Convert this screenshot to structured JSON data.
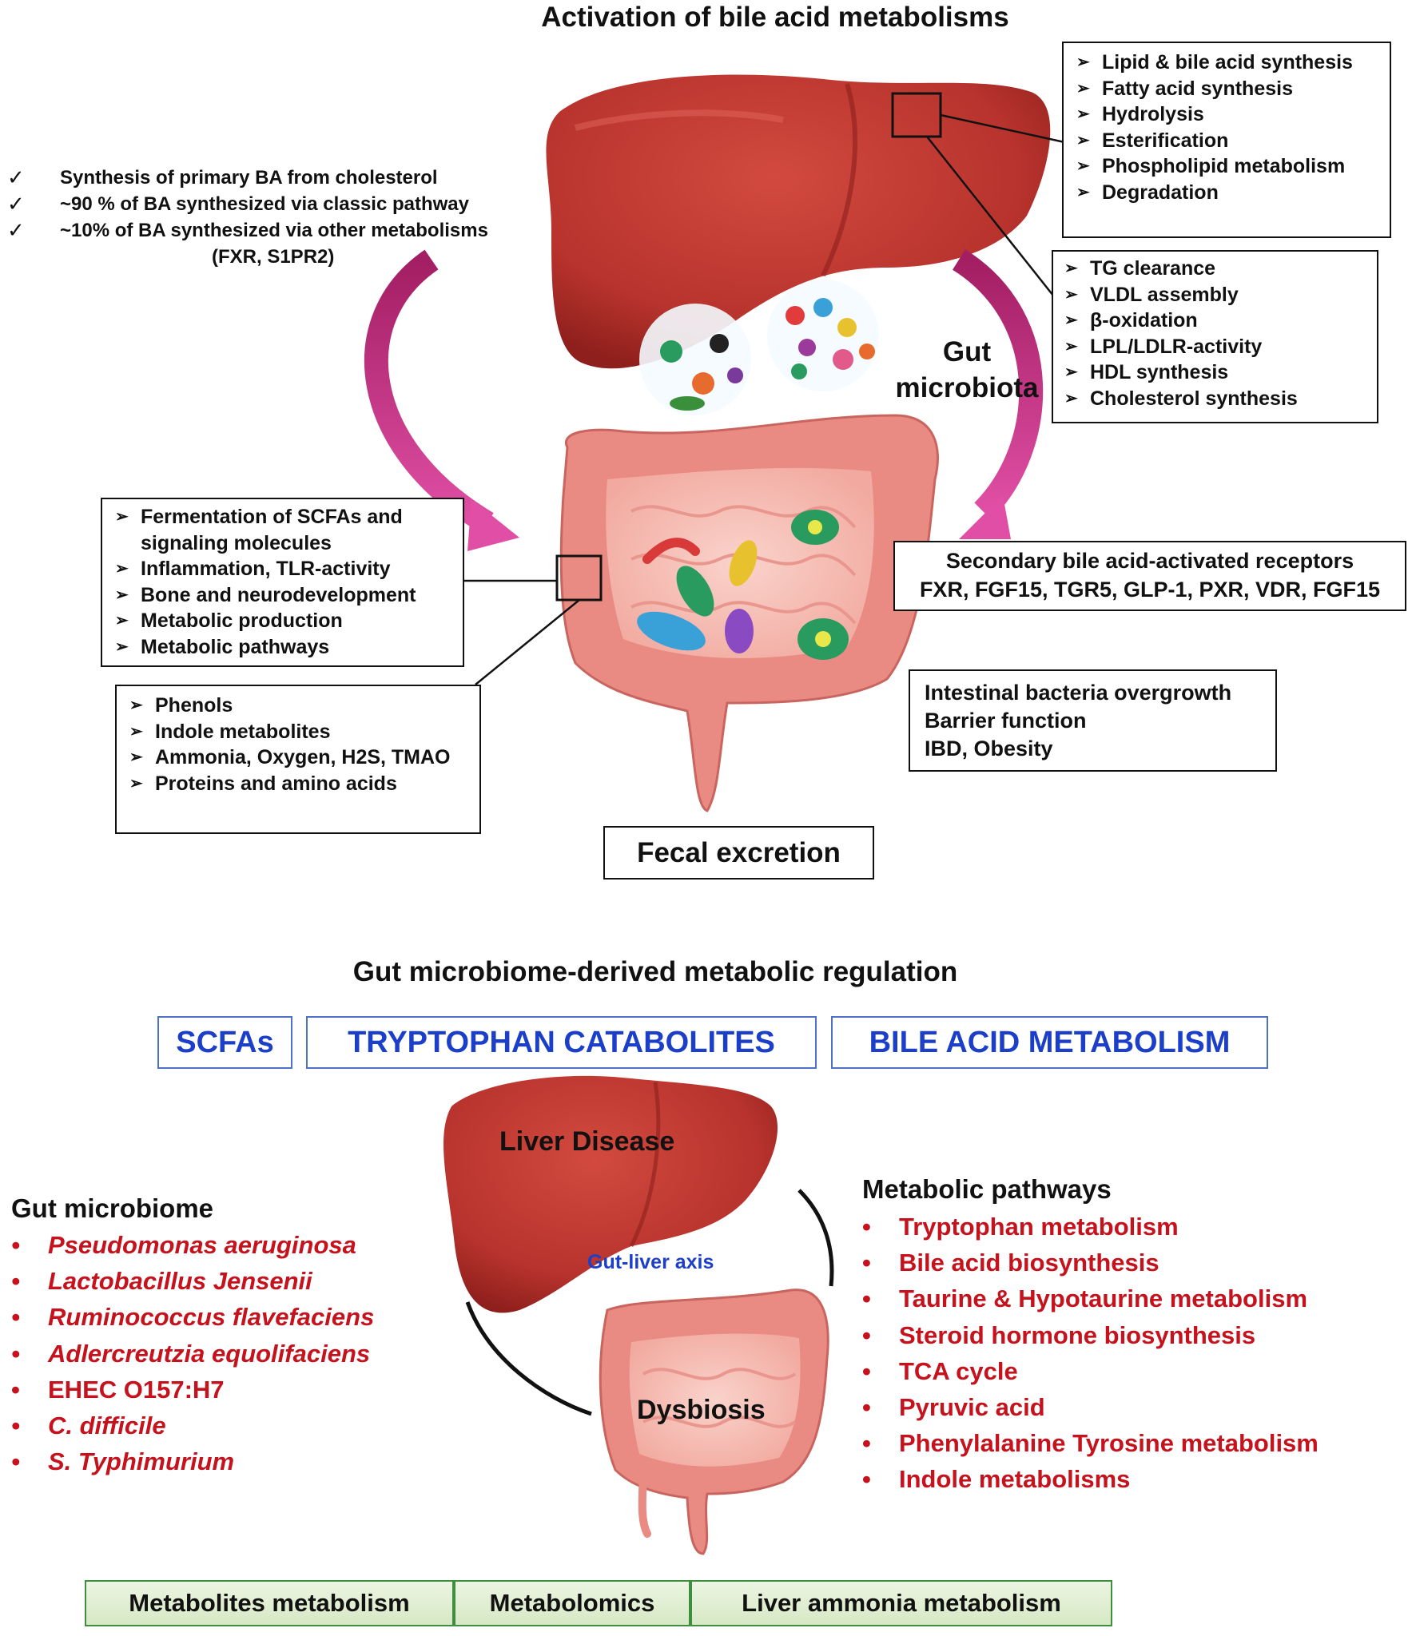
{
  "top": {
    "title": "Activation of bile acid metabolisms",
    "synthesis_list": [
      "Synthesis of primary BA from cholesterol",
      "~90 % of BA synthesized via classic pathway",
      " ~10% of BA synthesized via other metabolisms"
    ],
    "synthesis_note": "(FXR, S1PR2)",
    "check_glyph": "✓",
    "liver_box": [
      "Lipid & bile acid synthesis",
      "Fatty acid synthesis",
      "Hydrolysis",
      "Esterification",
      "Phospholipid metabolism",
      "Degradation"
    ],
    "lipid_box": [
      "TG clearance",
      "VLDL assembly",
      "β-oxidation",
      "LPL/LDLR-activity",
      "HDL synthesis",
      "Cholesterol synthesis"
    ],
    "gut_microbiota_label": "Gut\nmicrobiota",
    "fermentation_box": [
      "Fermentation of SCFAs and signaling molecules",
      "Inflammation,  TLR-activity",
      "Bone and neurodevelopment",
      "Metabolic production",
      "Metabolic pathways"
    ],
    "metabolites_box": [
      "Phenols",
      "Indole metabolites",
      "Ammonia,  Oxygen, H2S, TMAO",
      "Proteins and amino acids"
    ],
    "receptors_title": "Secondary bile acid-activated receptors",
    "receptors_list": "FXR, FGF15, TGR5, GLP-1, PXR, VDR, FGF15",
    "intestinal_box": [
      "Intestinal bacteria overgrowth",
      "Barrier function",
      "IBD, Obesity"
    ],
    "fecal_excretion": "Fecal excretion"
  },
  "bottom": {
    "title": "Gut microbiome-derived metabolic regulation",
    "categories": [
      "SCFAs",
      "TRYPTOPHAN CATABOLITES",
      "BILE ACID METABOLISM"
    ],
    "liver_disease": "Liver Disease",
    "gut_liver_axis": "Gut-liver axis",
    "dysbiosis": "Dysbiosis",
    "gut_microbiome_title": "Gut microbiome",
    "gut_microbiome_list": [
      {
        "text": "Pseudomonas aeruginosa",
        "italic": true
      },
      {
        "text": "Lactobacillus Jensenii",
        "italic": true
      },
      {
        "text": "Ruminococcus  flavefaciens",
        "italic": true
      },
      {
        "text": "Adlercreutzia  equolifaciens",
        "italic": true
      },
      {
        "text": "EHEC O157:H7",
        "italic": false
      },
      {
        "text": "C. difficile",
        "italic": true
      },
      {
        "text": "S. Typhimurium",
        "italic": true
      }
    ],
    "metabolic_pathways_title": "Metabolic pathways",
    "metabolic_pathways_list": [
      "Tryptophan metabolism",
      "Bile acid biosynthesis",
      "Taurine & Hypotaurine  metabolism",
      "Steroid hormone biosynthesis",
      "TCA cycle",
      "Pyruvic acid",
      "Phenylalanine Tyrosine metabolism",
      "Indole metabolisms"
    ],
    "footer_boxes": [
      "Metabolites metabolism",
      "Metabolomics",
      "Liver ammonia metabolism"
    ]
  },
  "colors": {
    "liver": "#b8332d",
    "liver_dark": "#8e1f1c",
    "intestine": "#e98a83",
    "intestine_inner": "#f7c6bd",
    "arrow": "#b8206f",
    "blue_text": "#1b3fc9",
    "red_text": "#c5121c",
    "green_border": "#3f8e3f"
  }
}
